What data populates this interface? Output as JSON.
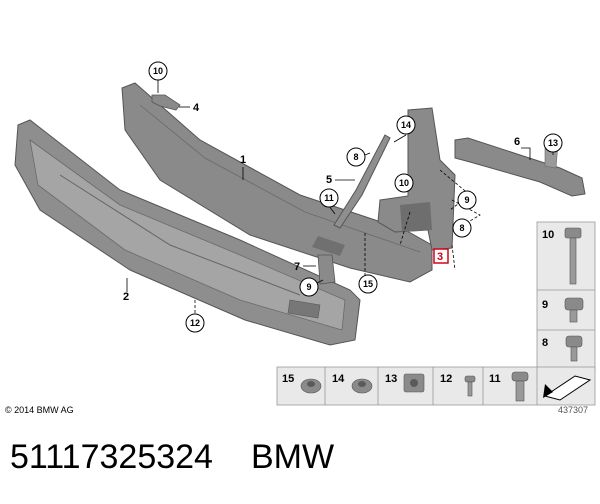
{
  "parts": [
    {
      "id": "1",
      "label": "1"
    },
    {
      "id": "2",
      "label": "2"
    },
    {
      "id": "3",
      "label": "3"
    },
    {
      "id": "4",
      "label": "4"
    },
    {
      "id": "5",
      "label": "5"
    },
    {
      "id": "6",
      "label": "6"
    },
    {
      "id": "7",
      "label": "7"
    }
  ],
  "callouts": {
    "c10_top": "10",
    "c14_top": "14",
    "c8_a": "8",
    "c13_top": "13",
    "c11": "11",
    "c10_mid": "10",
    "c9_a": "9",
    "c8_b": "8",
    "c9_b": "9",
    "c15": "15",
    "c12": "12"
  },
  "fasteners": {
    "right": [
      {
        "label": "10"
      },
      {
        "label": "9"
      },
      {
        "label": "8"
      }
    ],
    "bottom": [
      {
        "label": "15"
      },
      {
        "label": "14"
      },
      {
        "label": "13"
      },
      {
        "label": "12"
      },
      {
        "label": "11"
      }
    ]
  },
  "copyright": "© 2014 BMW AG",
  "diagram_number": "437307",
  "part_number": "51117325324",
  "brand": "BMW",
  "colors": {
    "part_fill": "#8c8c8c",
    "highlight": "#d0021b",
    "panel": "#e9e9e9"
  }
}
